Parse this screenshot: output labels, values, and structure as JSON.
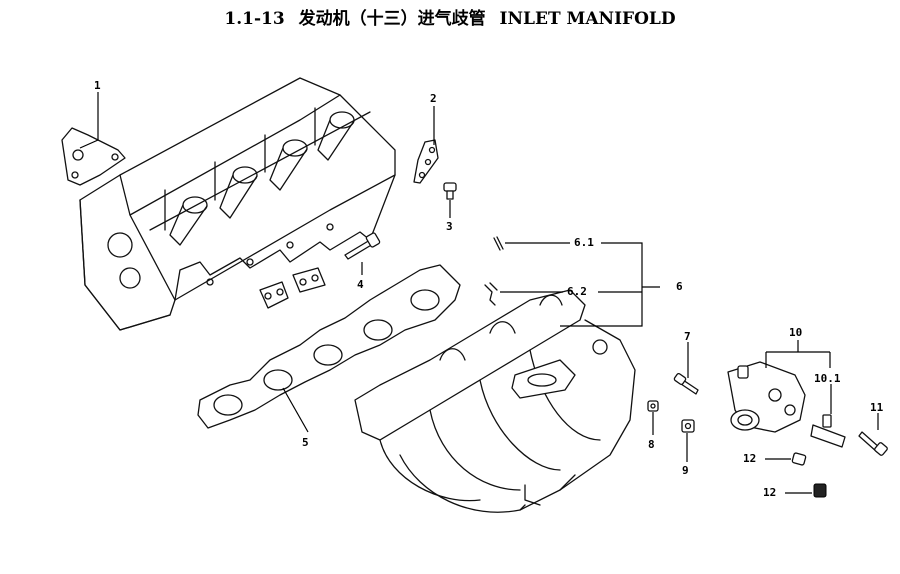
{
  "title": {
    "code": "1.1-13",
    "chinese": "发动机（十三）进气歧管",
    "english": "INLET MANIFOLD"
  },
  "callouts": {
    "c1": "1",
    "c2": "2",
    "c3": "3",
    "c4": "4",
    "c5": "5",
    "c6": "6",
    "c6_1": "6.1",
    "c6_2": "6.2",
    "c7": "7",
    "c8": "8",
    "c9": "9",
    "c10": "10",
    "c10_1": "10.1",
    "c11": "11",
    "c12a": "12",
    "c12b": "12"
  }
}
